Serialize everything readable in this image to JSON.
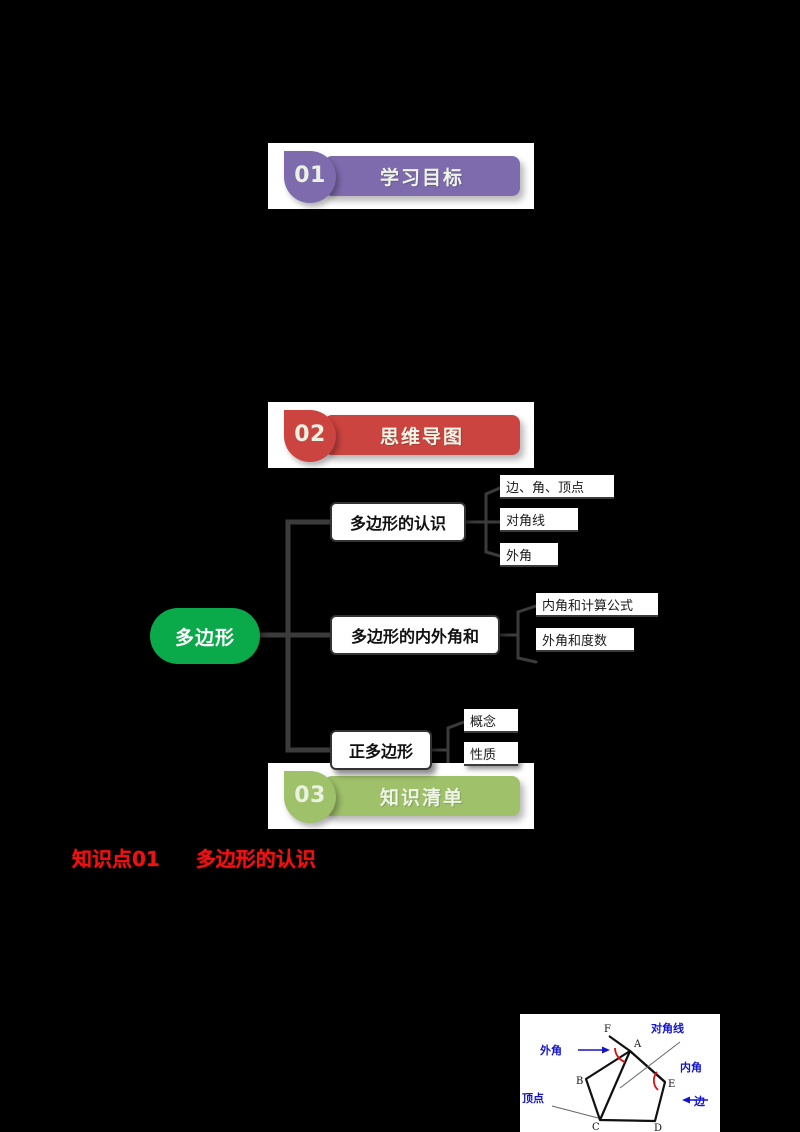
{
  "sections": [
    {
      "number": "01",
      "title": "学习目标",
      "color": "#7e6bad"
    },
    {
      "number": "02",
      "title": "思维导图",
      "color": "#cc4440"
    },
    {
      "number": "03",
      "title": "知识清单",
      "color": "#9fc16a"
    }
  ],
  "mindmap": {
    "root": "多边形",
    "root_color": "#0aa94a",
    "branches": [
      {
        "label": "多边形的认识",
        "leaves": [
          "边、角、顶点",
          "对角线",
          "外角"
        ]
      },
      {
        "label": "多边形的内外角和",
        "leaves": [
          "内角和计算公式",
          "外角和度数"
        ]
      },
      {
        "label": "正多边形",
        "leaves": [
          "概念",
          "性质"
        ]
      }
    ]
  },
  "knowledge_heading": {
    "prefix": "知识点01",
    "title": "多边形的认识",
    "color": "#ee1111"
  },
  "figure": {
    "vertex_labels": [
      "F",
      "A",
      "B",
      "C",
      "D",
      "E"
    ],
    "annotations": [
      {
        "name": "exterior-angle",
        "text": "外角",
        "color": "#1414d0"
      },
      {
        "name": "diagonal",
        "text": "对角线",
        "color": "#1414d0"
      },
      {
        "name": "interior-angle",
        "text": "内角",
        "color": "#1414d0"
      },
      {
        "name": "vertex",
        "text": "顶点",
        "color": "#1414d0"
      },
      {
        "name": "side",
        "text": "边",
        "color": "#1414d0"
      }
    ],
    "angle_arc_color": "#d81010"
  }
}
